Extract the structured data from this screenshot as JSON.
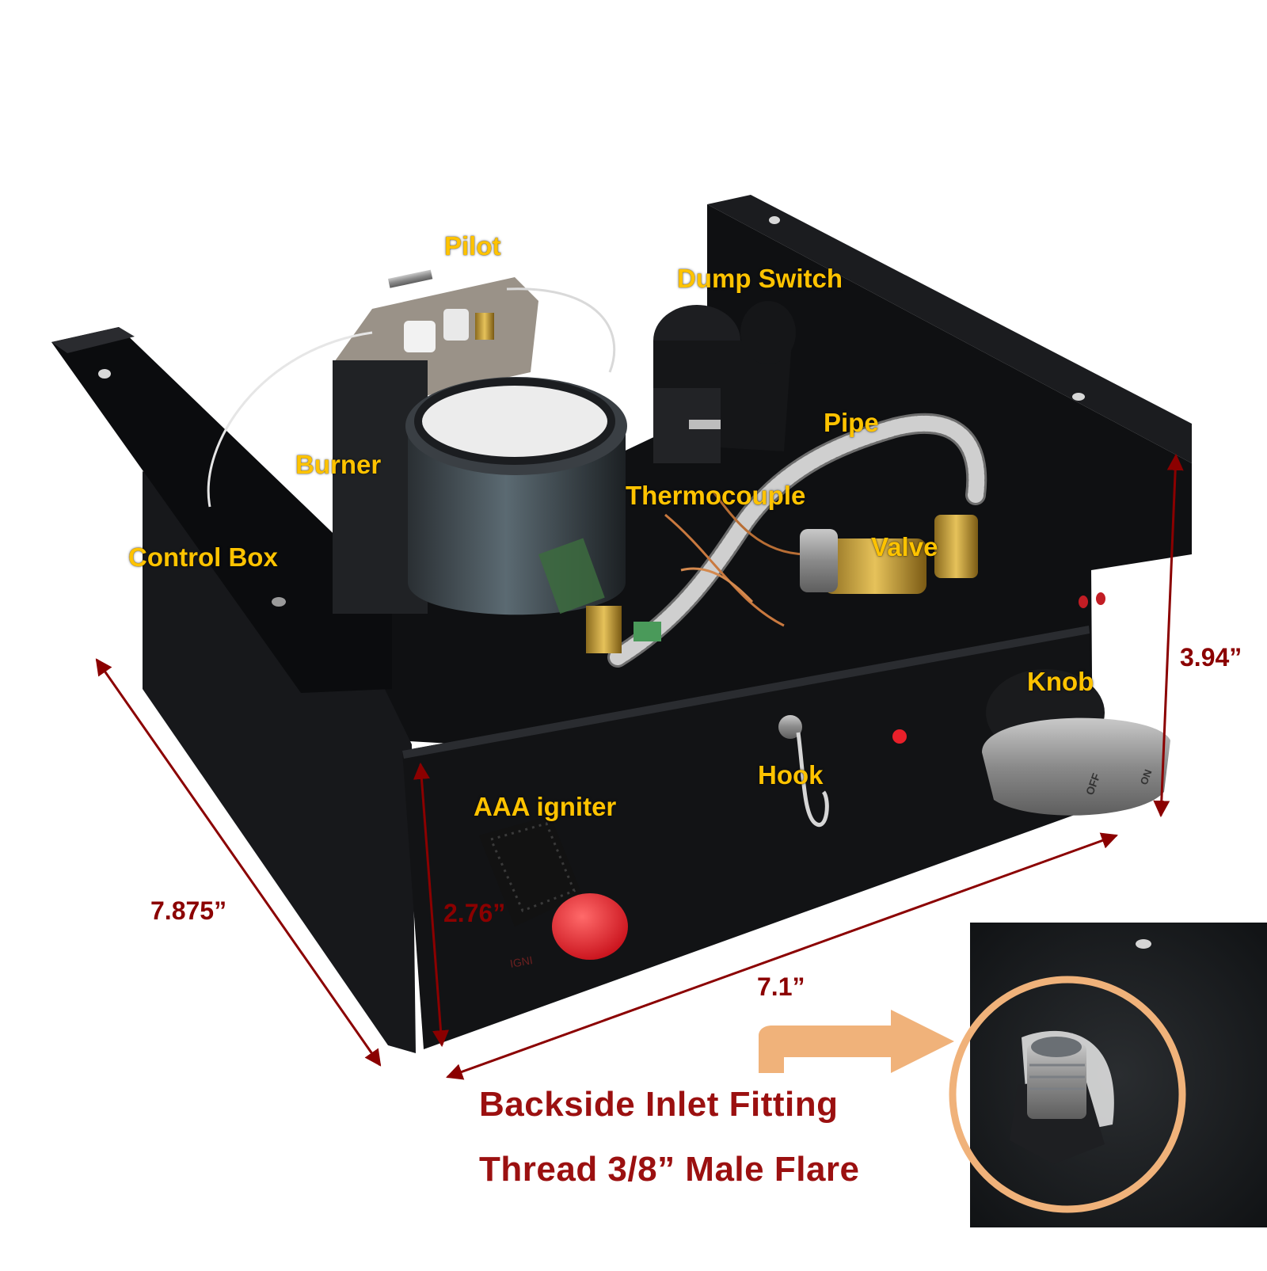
{
  "colors": {
    "part_label": "#ffc300",
    "dimension": "#8b0000",
    "note": "#9b1010",
    "callout_arrow": "#f0b27a",
    "panel": "#111214",
    "button": "#e8202a"
  },
  "part_labels": {
    "pilot": "Pilot",
    "dump_switch": "Dump Switch",
    "pipe": "Pipe",
    "burner": "Burner",
    "thermocouple": "Thermocouple",
    "control_box": "Control Box",
    "valve": "Valve",
    "knob": "Knob",
    "hook": "Hook",
    "aaa_igniter": "AAA igniter"
  },
  "dimensions": {
    "depth": "7.875”",
    "width": "7.1”",
    "height": "3.94”",
    "front_height": "2.76”"
  },
  "inlet_note": {
    "line1": "Backside Inlet Fitting",
    "line2": "Thread 3/8” Male Flare"
  },
  "knob_markings": {
    "off": "OFF",
    "on": "ON"
  },
  "igniter_marking": "IGNI"
}
